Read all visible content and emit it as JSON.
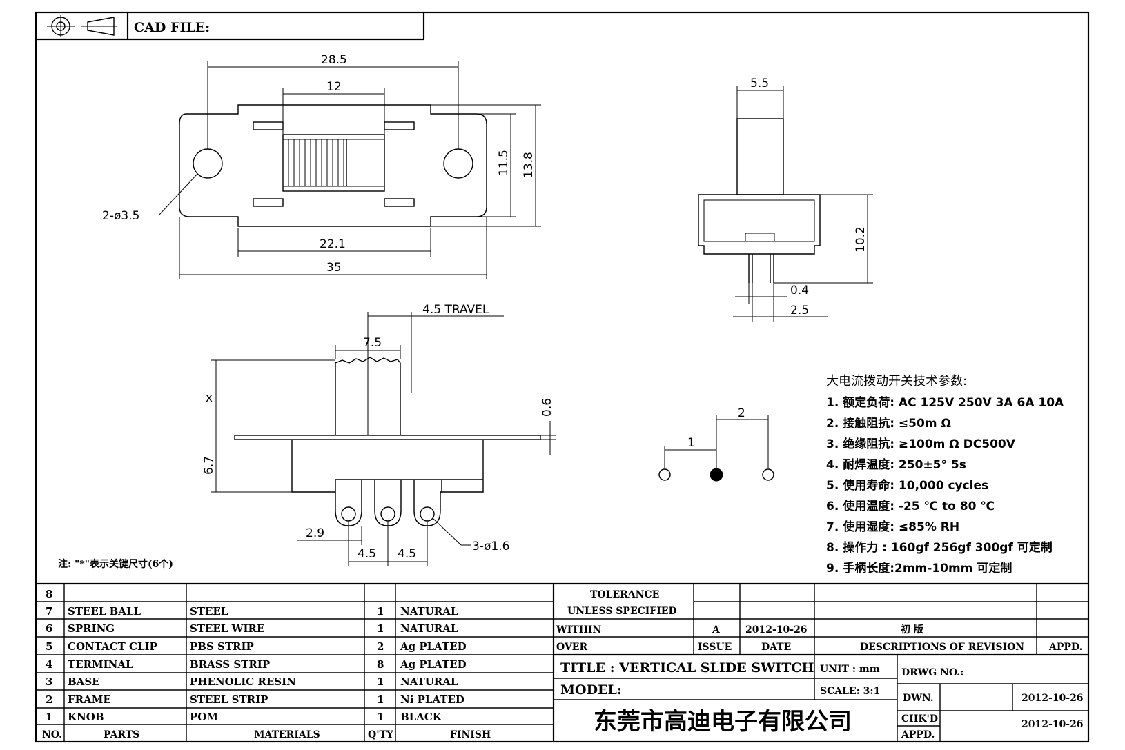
{
  "header": {
    "cad_label": "CAD FILE:"
  },
  "dimensions": {
    "top_view": {
      "overall_length": "28.5",
      "slot_width": "12",
      "height_outer": "13.8",
      "height_inner": "11.5",
      "holes": "2-ø3.5",
      "body_length": "22.1",
      "total_length": "35"
    },
    "side_view": {
      "knob_width": "5.5",
      "height": "10.2",
      "pin_thickness": "0.4",
      "pin_spacing": "2.5"
    },
    "front_view": {
      "travel": "4.5 TRAVEL",
      "knob": "7.5",
      "plate": "0.6",
      "x_mark": "x",
      "body_height": "6.7",
      "edge": "2.9",
      "pitch_a": "4.5",
      "pitch_b": "4.5",
      "pins": "3-ø1.6"
    },
    "schematic": {
      "pos1": "1",
      "pos2": "2"
    }
  },
  "note": "注: \"*\"表示关键尺寸(6个)",
  "specs": {
    "heading": "大电流拨动开关技术参数:",
    "items": [
      "1.  额定负荷: AC 125V 250V    3A    6A    10A",
      "2.    接触阻抗:  ≤50m Ω",
      "3.  绝缘阻抗:  ≥100m Ω   DC500V",
      "4.    耐焊温度: 250±5°  5s",
      "5.  使用寿命: 10,000 cycles",
      "6.    使用温度: -25  ℃  to 80  ℃",
      "7.  使用湿度:  ≤85% RH",
      "8.    操作力 : 160gf    256gf    300gf  可定制",
      "9.  手柄长度:2mm-10mm   可定制"
    ]
  },
  "bom": {
    "headers": {
      "no": "NO.",
      "parts": "PARTS",
      "materials": "MATERIALS",
      "qty": "Q'TY",
      "finish": "FINISH"
    },
    "rows": [
      {
        "no": "8",
        "part": "",
        "material": "",
        "qty": "",
        "finish": ""
      },
      {
        "no": "7",
        "part": "STEEL BALL",
        "material": "STEEL",
        "qty": "1",
        "finish": "NATURAL"
      },
      {
        "no": "6",
        "part": "SPRING",
        "material": "STEEL WIRE",
        "qty": "1",
        "finish": "NATURAL"
      },
      {
        "no": "5",
        "part": "CONTACT CLIP",
        "material": "PBS STRIP",
        "qty": "2",
        "finish": "Ag PLATED"
      },
      {
        "no": "4",
        "part": "TERMINAL",
        "material": "BRASS STRIP",
        "qty": "8",
        "finish": "Ag PLATED"
      },
      {
        "no": "3",
        "part": "BASE",
        "material": "PHENOLIC RESIN",
        "qty": "1",
        "finish": "NATURAL"
      },
      {
        "no": "2",
        "part": "FRAME",
        "material": "STEEL STRIP",
        "qty": "1",
        "finish": "Ni PLATED"
      },
      {
        "no": "1",
        "part": "KNOB",
        "material": "POM",
        "qty": "1",
        "finish": "BLACK"
      }
    ]
  },
  "title_block": {
    "tolerance": "TOLERANCE",
    "unless": "UNLESS   SPECIFIED",
    "within": "WITHIN",
    "over": "OVER",
    "issue_val": "A",
    "date_val": "2012-10-26",
    "revision_val": "初  版",
    "issue_label": "ISSUE",
    "date_label": "DATE",
    "desc_label": "DESCRIPTIONS  OF  REVISION",
    "appd_label": "APPD.",
    "title": "TITLE :   VERTICAL  SLIDE  SWITCH",
    "unit": "UNIT :   mm",
    "drwg": "DRWG  NO.:",
    "model": "MODEL:",
    "scale": "SCALE:   3:1",
    "dwn": "DWN.",
    "dwn_date": "2012-10-26",
    "chkd": "CHK'D",
    "appd": "APPD.",
    "chkd_date": "2012-10-26",
    "company": "东莞市高迪电子有限公司"
  }
}
